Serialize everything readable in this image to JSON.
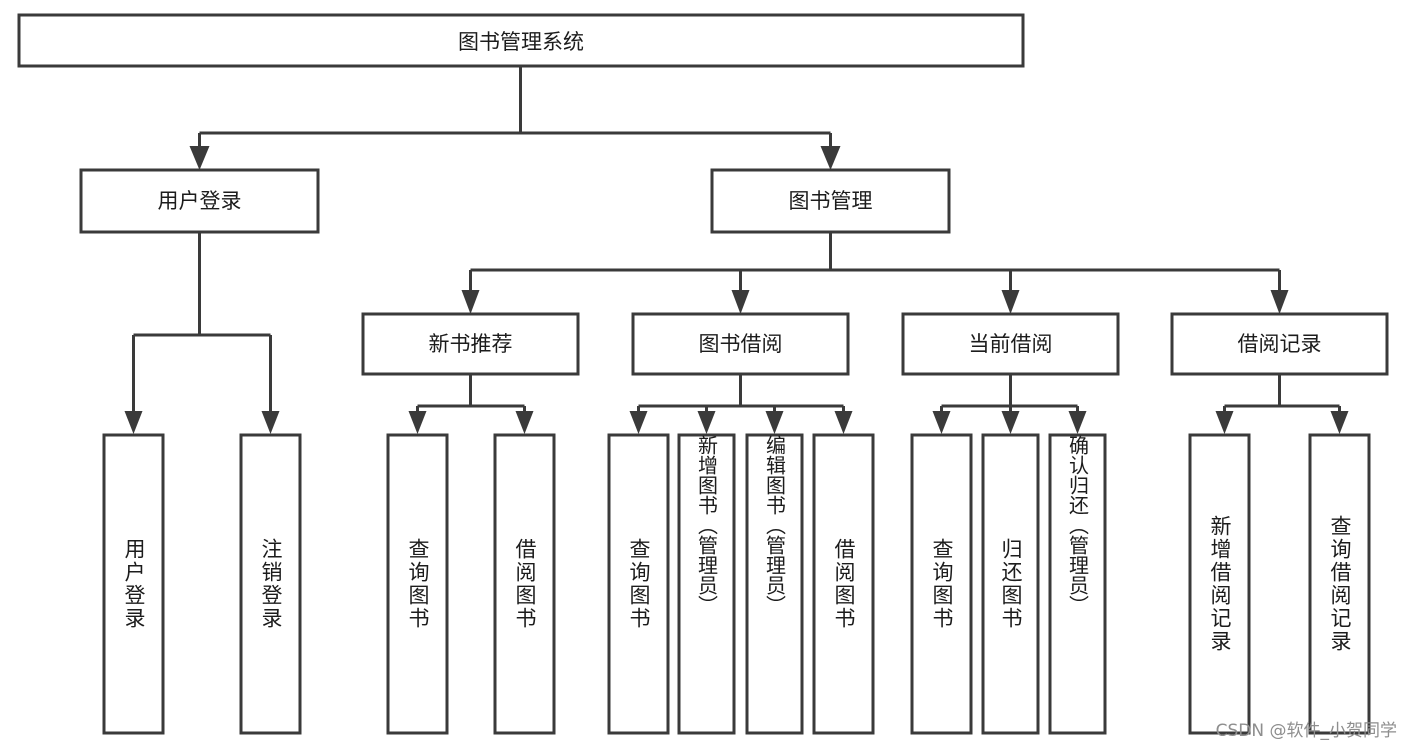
{
  "diagram": {
    "type": "tree",
    "title": "图书管理系统",
    "orientation": "top-down",
    "colors": {
      "box_stroke": "#3a3a3a",
      "box_fill": "#ffffff",
      "connector": "#3a3a3a",
      "text": "#1c1c1c",
      "background": "#ffffff",
      "watermark": "#8e8e8e"
    },
    "levels": {
      "root": {
        "label": "图书管理系统"
      },
      "level2": [
        {
          "label": "用户登录"
        },
        {
          "label": "图书管理"
        }
      ],
      "level3": [
        {
          "label": "新书推荐"
        },
        {
          "label": "图书借阅"
        },
        {
          "label": "当前借阅"
        },
        {
          "label": "借阅记录"
        }
      ],
      "leaves": {
        "user_login": [
          {
            "label": "用户登录"
          },
          {
            "label": "注销登录"
          }
        ],
        "new_book_recommend": [
          {
            "label": "查询图书"
          },
          {
            "label": "借阅图书"
          }
        ],
        "book_borrow": [
          {
            "label": "查询图书"
          },
          {
            "label": "新增图书（管理员）"
          },
          {
            "label": "编辑图书（管理员）"
          },
          {
            "label": "借阅图书"
          }
        ],
        "current_borrow": [
          {
            "label": "查询图书"
          },
          {
            "label": "归还图书"
          },
          {
            "label": "确认归还（管理员）"
          }
        ],
        "borrow_record": [
          {
            "label": "新增借阅记录"
          },
          {
            "label": "查询借阅记录"
          }
        ]
      }
    }
  },
  "watermark": {
    "text": "CSDN @软件_小贺同学"
  }
}
